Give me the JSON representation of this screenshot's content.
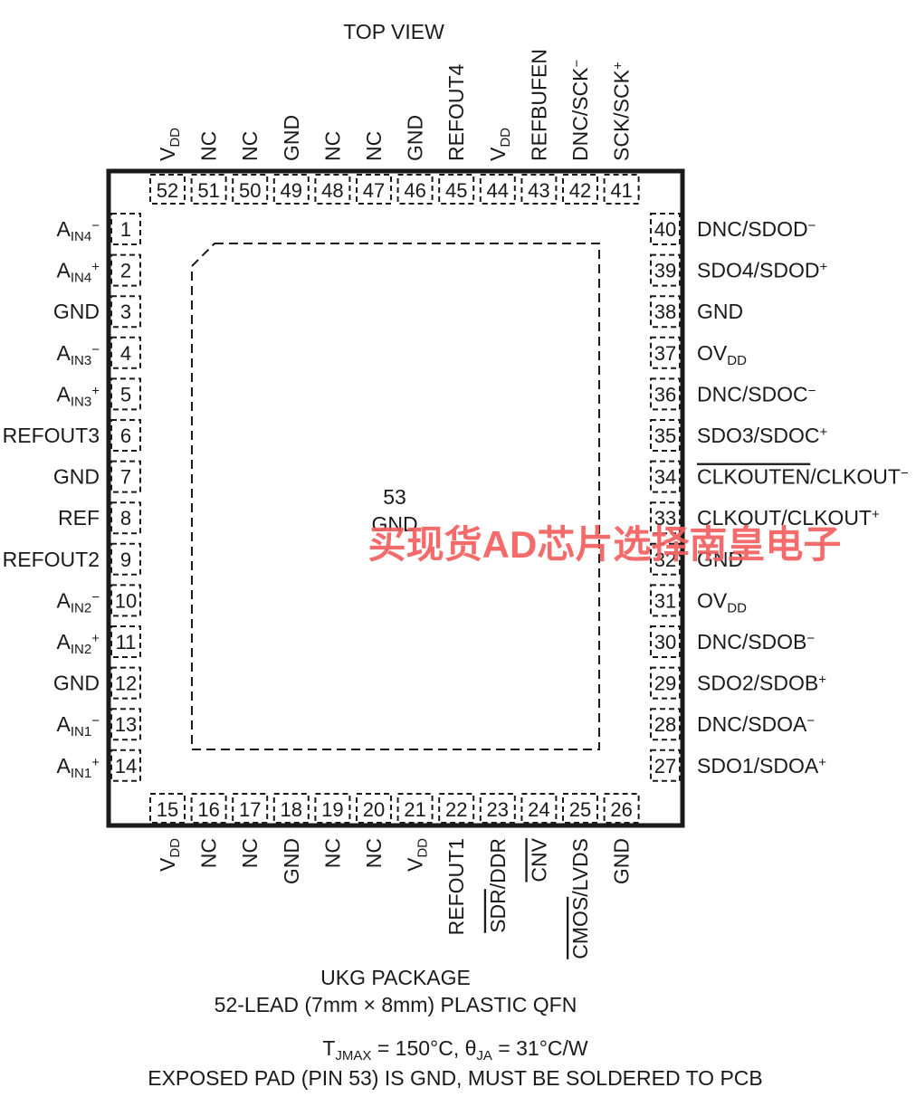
{
  "title": "TOP VIEW",
  "exposed_pad": {
    "number": "53",
    "label": "GND"
  },
  "watermark": "买现货AD芯片选择南皇电子",
  "pins": {
    "left": [
      {
        "num": "1",
        "label": [
          {
            "t": "A"
          },
          {
            "t": "IN4",
            "s": "sub"
          },
          {
            "t": "−",
            "s": "sup"
          }
        ]
      },
      {
        "num": "2",
        "label": [
          {
            "t": "A"
          },
          {
            "t": "IN4",
            "s": "sub"
          },
          {
            "t": "+",
            "s": "sup"
          }
        ]
      },
      {
        "num": "3",
        "label": [
          {
            "t": "GND"
          }
        ]
      },
      {
        "num": "4",
        "label": [
          {
            "t": "A"
          },
          {
            "t": "IN3",
            "s": "sub"
          },
          {
            "t": "−",
            "s": "sup"
          }
        ]
      },
      {
        "num": "5",
        "label": [
          {
            "t": "A"
          },
          {
            "t": "IN3",
            "s": "sub"
          },
          {
            "t": "+",
            "s": "sup"
          }
        ]
      },
      {
        "num": "6",
        "label": [
          {
            "t": "REFOUT3"
          }
        ]
      },
      {
        "num": "7",
        "label": [
          {
            "t": "GND"
          }
        ]
      },
      {
        "num": "8",
        "label": [
          {
            "t": "REF"
          }
        ]
      },
      {
        "num": "9",
        "label": [
          {
            "t": "REFOUT2"
          }
        ]
      },
      {
        "num": "10",
        "label": [
          {
            "t": "A"
          },
          {
            "t": "IN2",
            "s": "sub"
          },
          {
            "t": "−",
            "s": "sup"
          }
        ]
      },
      {
        "num": "11",
        "label": [
          {
            "t": "A"
          },
          {
            "t": "IN2",
            "s": "sub"
          },
          {
            "t": "+",
            "s": "sup"
          }
        ]
      },
      {
        "num": "12",
        "label": [
          {
            "t": "GND"
          }
        ]
      },
      {
        "num": "13",
        "label": [
          {
            "t": "A"
          },
          {
            "t": "IN1",
            "s": "sub"
          },
          {
            "t": "−",
            "s": "sup"
          }
        ]
      },
      {
        "num": "14",
        "label": [
          {
            "t": "A"
          },
          {
            "t": "IN1",
            "s": "sub"
          },
          {
            "t": "+",
            "s": "sup"
          }
        ]
      }
    ],
    "right": [
      {
        "num": "40",
        "label": [
          {
            "t": "DNC/SDOD"
          },
          {
            "t": "−",
            "s": "sup"
          }
        ]
      },
      {
        "num": "39",
        "label": [
          {
            "t": "SDO4/SDOD"
          },
          {
            "t": "+",
            "s": "sup"
          }
        ]
      },
      {
        "num": "38",
        "label": [
          {
            "t": "GND"
          }
        ]
      },
      {
        "num": "37",
        "label": [
          {
            "t": "OV"
          },
          {
            "t": "DD",
            "s": "sub"
          }
        ]
      },
      {
        "num": "36",
        "label": [
          {
            "t": "DNC/SDOC"
          },
          {
            "t": "−",
            "s": "sup"
          }
        ]
      },
      {
        "num": "35",
        "label": [
          {
            "t": "SDO3/SDOC"
          },
          {
            "t": "+",
            "s": "sup"
          }
        ]
      },
      {
        "num": "34",
        "label": [
          {
            "t": "CLKOUTEN",
            "s": "over"
          },
          {
            "t": "/CLKOUT"
          },
          {
            "t": "−",
            "s": "sup"
          }
        ]
      },
      {
        "num": "33",
        "label": [
          {
            "t": "CLKOUT/CLKOUT"
          },
          {
            "t": "+",
            "s": "sup"
          }
        ]
      },
      {
        "num": "32",
        "label": [
          {
            "t": "GND"
          }
        ]
      },
      {
        "num": "31",
        "label": [
          {
            "t": "OV"
          },
          {
            "t": "DD",
            "s": "sub"
          }
        ]
      },
      {
        "num": "30",
        "label": [
          {
            "t": "DNC/SDOB"
          },
          {
            "t": "−",
            "s": "sup"
          }
        ]
      },
      {
        "num": "29",
        "label": [
          {
            "t": "SDO2/SDOB"
          },
          {
            "t": "+",
            "s": "sup"
          }
        ]
      },
      {
        "num": "28",
        "label": [
          {
            "t": "DNC/SDOA"
          },
          {
            "t": "−",
            "s": "sup"
          }
        ]
      },
      {
        "num": "27",
        "label": [
          {
            "t": "SDO1/SDOA"
          },
          {
            "t": "+",
            "s": "sup"
          }
        ]
      }
    ],
    "top": [
      {
        "num": "52",
        "label": [
          {
            "t": "V"
          },
          {
            "t": "DD",
            "s": "sub"
          }
        ]
      },
      {
        "num": "51",
        "label": [
          {
            "t": "NC"
          }
        ]
      },
      {
        "num": "50",
        "label": [
          {
            "t": "NC"
          }
        ]
      },
      {
        "num": "49",
        "label": [
          {
            "t": "GND"
          }
        ]
      },
      {
        "num": "48",
        "label": [
          {
            "t": "NC"
          }
        ]
      },
      {
        "num": "47",
        "label": [
          {
            "t": "NC"
          }
        ]
      },
      {
        "num": "46",
        "label": [
          {
            "t": "GND"
          }
        ]
      },
      {
        "num": "45",
        "label": [
          {
            "t": "REFOUT4"
          }
        ]
      },
      {
        "num": "44",
        "label": [
          {
            "t": "V"
          },
          {
            "t": "DD",
            "s": "sub"
          }
        ]
      },
      {
        "num": "43",
        "label": [
          {
            "t": "REFBUFEN"
          }
        ]
      },
      {
        "num": "42",
        "label": [
          {
            "t": "DNC/SCK"
          },
          {
            "t": "−",
            "s": "sup"
          }
        ]
      },
      {
        "num": "41",
        "label": [
          {
            "t": "SCK/SCK"
          },
          {
            "t": "+",
            "s": "sup"
          }
        ]
      }
    ],
    "bottom": [
      {
        "num": "15",
        "label": [
          {
            "t": "V"
          },
          {
            "t": "DD",
            "s": "sub"
          }
        ]
      },
      {
        "num": "16",
        "label": [
          {
            "t": "NC"
          }
        ]
      },
      {
        "num": "17",
        "label": [
          {
            "t": "NC"
          }
        ]
      },
      {
        "num": "18",
        "label": [
          {
            "t": "GND"
          }
        ]
      },
      {
        "num": "19",
        "label": [
          {
            "t": "NC"
          }
        ]
      },
      {
        "num": "20",
        "label": [
          {
            "t": "NC"
          }
        ]
      },
      {
        "num": "21",
        "label": [
          {
            "t": "V"
          },
          {
            "t": "DD",
            "s": "sub"
          }
        ]
      },
      {
        "num": "22",
        "label": [
          {
            "t": "REFOUT1"
          }
        ]
      },
      {
        "num": "23",
        "label": [
          {
            "t": "SDR",
            "s": "over"
          },
          {
            "t": "/DDR"
          }
        ]
      },
      {
        "num": "24",
        "label": [
          {
            "t": "CNV",
            "s": "over"
          }
        ]
      },
      {
        "num": "25",
        "label": [
          {
            "t": "CMOS",
            "s": "over"
          },
          {
            "t": "/LVDS"
          }
        ]
      },
      {
        "num": "26",
        "label": [
          {
            "t": "GND"
          }
        ]
      }
    ]
  },
  "footer": {
    "package": "UKG PACKAGE",
    "lead": "52-LEAD (7mm × 8mm) PLASTIC QFN",
    "thermal": [
      {
        "t": "T"
      },
      {
        "t": "JMAX",
        "s": "sub"
      },
      {
        "t": " = 150°C, θ"
      },
      {
        "t": "JA",
        "s": "sub"
      },
      {
        "t": " = 31°C/W"
      }
    ],
    "note": "EXPOSED PAD (PIN 53) IS GND, MUST BE SOLDERED TO PCB"
  }
}
